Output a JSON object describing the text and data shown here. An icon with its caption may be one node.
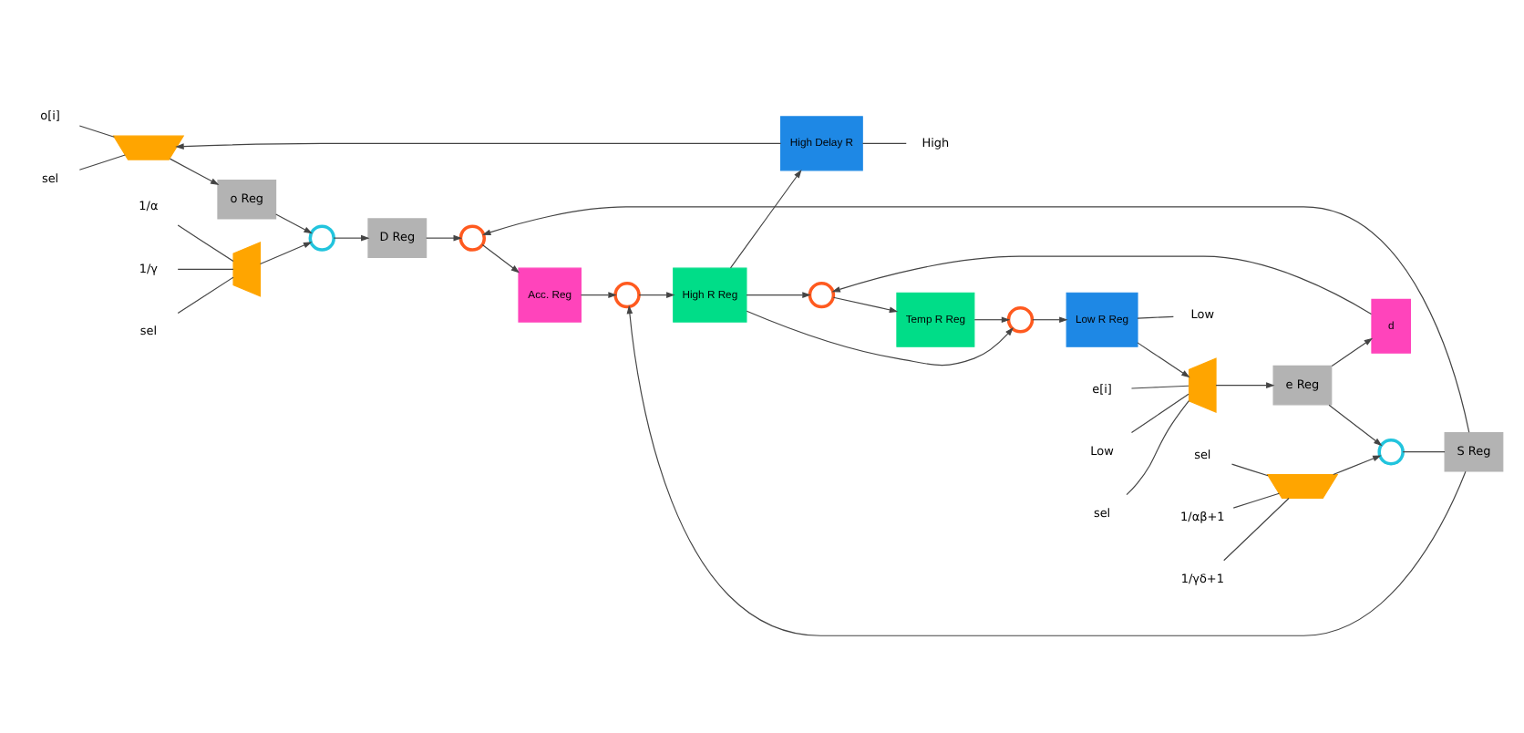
{
  "diagram": {
    "nodes": [
      {
        "text": [
          "o[i]"
        ]
      },
      {
        "text": [
          "sel"
        ]
      },
      {
        "text": [],
        "shape": "trapezoid"
      },
      {
        "text": [
          "o Reg"
        ]
      },
      {
        "text": [
          "1/α"
        ]
      },
      {
        "text": [
          "1/γ"
        ]
      },
      {
        "text": [],
        "shape": "trapezoid"
      },
      {
        "text": [
          "sel"
        ]
      },
      {
        "text": [],
        "shape": "circle"
      },
      {
        "text": [
          "D Reg"
        ]
      },
      {
        "text": [],
        "shape": "circle"
      },
      {
        "text": [
          "S Reg"
        ]
      },
      {
        "text": [
          "e[i]"
        ]
      },
      {
        "text": [
          "Low"
        ]
      },
      {
        "text": [],
        "shape": "trapezoid"
      },
      {
        "text": [
          "sel"
        ]
      },
      {
        "text": [
          "e Reg"
        ]
      },
      {
        "text": [],
        "shape": "circle"
      },
      {
        "text": [],
        "shape": "trapezoid"
      },
      {
        "text": [
          "sel"
        ]
      },
      {
        "text": [
          "1/αβ+1"
        ]
      },
      {
        "text": [
          "1/γδ+1"
        ]
      },
      {
        "text": [
          "Acc. Reg"
        ]
      },
      {
        "text": [],
        "shape": "circle"
      },
      {
        "text": [
          "High R Reg"
        ]
      },
      {
        "text": [
          "d"
        ]
      },
      {
        "text": [],
        "shape": "circle"
      },
      {
        "text": [
          "Temp R Reg"
        ]
      },
      {
        "text": [],
        "shape": "circle"
      },
      {
        "text": [
          "High Delay R"
        ]
      },
      {
        "text": [
          "Low R Reg"
        ]
      },
      {
        "text": [
          "High"
        ]
      },
      {
        "text": [
          "Low"
        ]
      }
    ],
    "edges": [
      {
        "from": 0,
        "to": 2,
        "arrow": "none"
      },
      {
        "from": 1,
        "to": 2,
        "arrow": "none"
      },
      {
        "from": 29,
        "to": 2,
        "arrow": "to"
      },
      {
        "from": 2,
        "to": 3,
        "arrow": "to"
      },
      {
        "from": 3,
        "to": 8,
        "arrow": "to"
      },
      {
        "from": 4,
        "to": 6,
        "arrow": "none"
      },
      {
        "from": 5,
        "to": 6,
        "arrow": "none"
      },
      {
        "from": 7,
        "to": 6,
        "arrow": "none"
      },
      {
        "from": 6,
        "to": 8,
        "arrow": "to"
      },
      {
        "from": 8,
        "to": 9,
        "arrow": "to"
      },
      {
        "from": 9,
        "to": 10,
        "arrow": "to"
      },
      {
        "from": 11,
        "to": 10,
        "arrow": "to"
      },
      {
        "from": 10,
        "to": 22,
        "arrow": "to"
      },
      {
        "from": 11,
        "to": 23,
        "arrow": "to"
      },
      {
        "from": 12,
        "to": 14,
        "arrow": "none"
      },
      {
        "from": 13,
        "to": 14,
        "arrow": "none"
      },
      {
        "from": 15,
        "to": 14,
        "arrow": "none"
      },
      {
        "from": 30,
        "to": 14,
        "arrow": "to"
      },
      {
        "from": 14,
        "to": 16,
        "arrow": "to"
      },
      {
        "from": 16,
        "to": 17,
        "arrow": "to"
      },
      {
        "from": 16,
        "to": 25,
        "arrow": "to"
      },
      {
        "from": 17,
        "to": 11,
        "arrow": "none"
      },
      {
        "from": 18,
        "to": 17,
        "arrow": "to"
      },
      {
        "from": 19,
        "to": 18,
        "arrow": "none"
      },
      {
        "from": 20,
        "to": 18,
        "arrow": "none"
      },
      {
        "from": 21,
        "to": 18,
        "arrow": "none"
      },
      {
        "from": 22,
        "to": 23,
        "arrow": "to"
      },
      {
        "from": 23,
        "to": 24,
        "arrow": "to"
      },
      {
        "from": 24,
        "to": 29,
        "arrow": "to"
      },
      {
        "from": 24,
        "to": 26,
        "arrow": "to"
      },
      {
        "from": 24,
        "to": 28,
        "arrow": "to"
      },
      {
        "from": 25,
        "to": 26,
        "arrow": "to"
      },
      {
        "from": 26,
        "to": 27,
        "arrow": "to"
      },
      {
        "from": 27,
        "to": 28,
        "arrow": "to"
      },
      {
        "from": 28,
        "to": 30,
        "arrow": "to"
      },
      {
        "from": 29,
        "to": 31,
        "arrow": "none"
      },
      {
        "from": 30,
        "to": 32,
        "arrow": "none"
      }
    ]
  }
}
